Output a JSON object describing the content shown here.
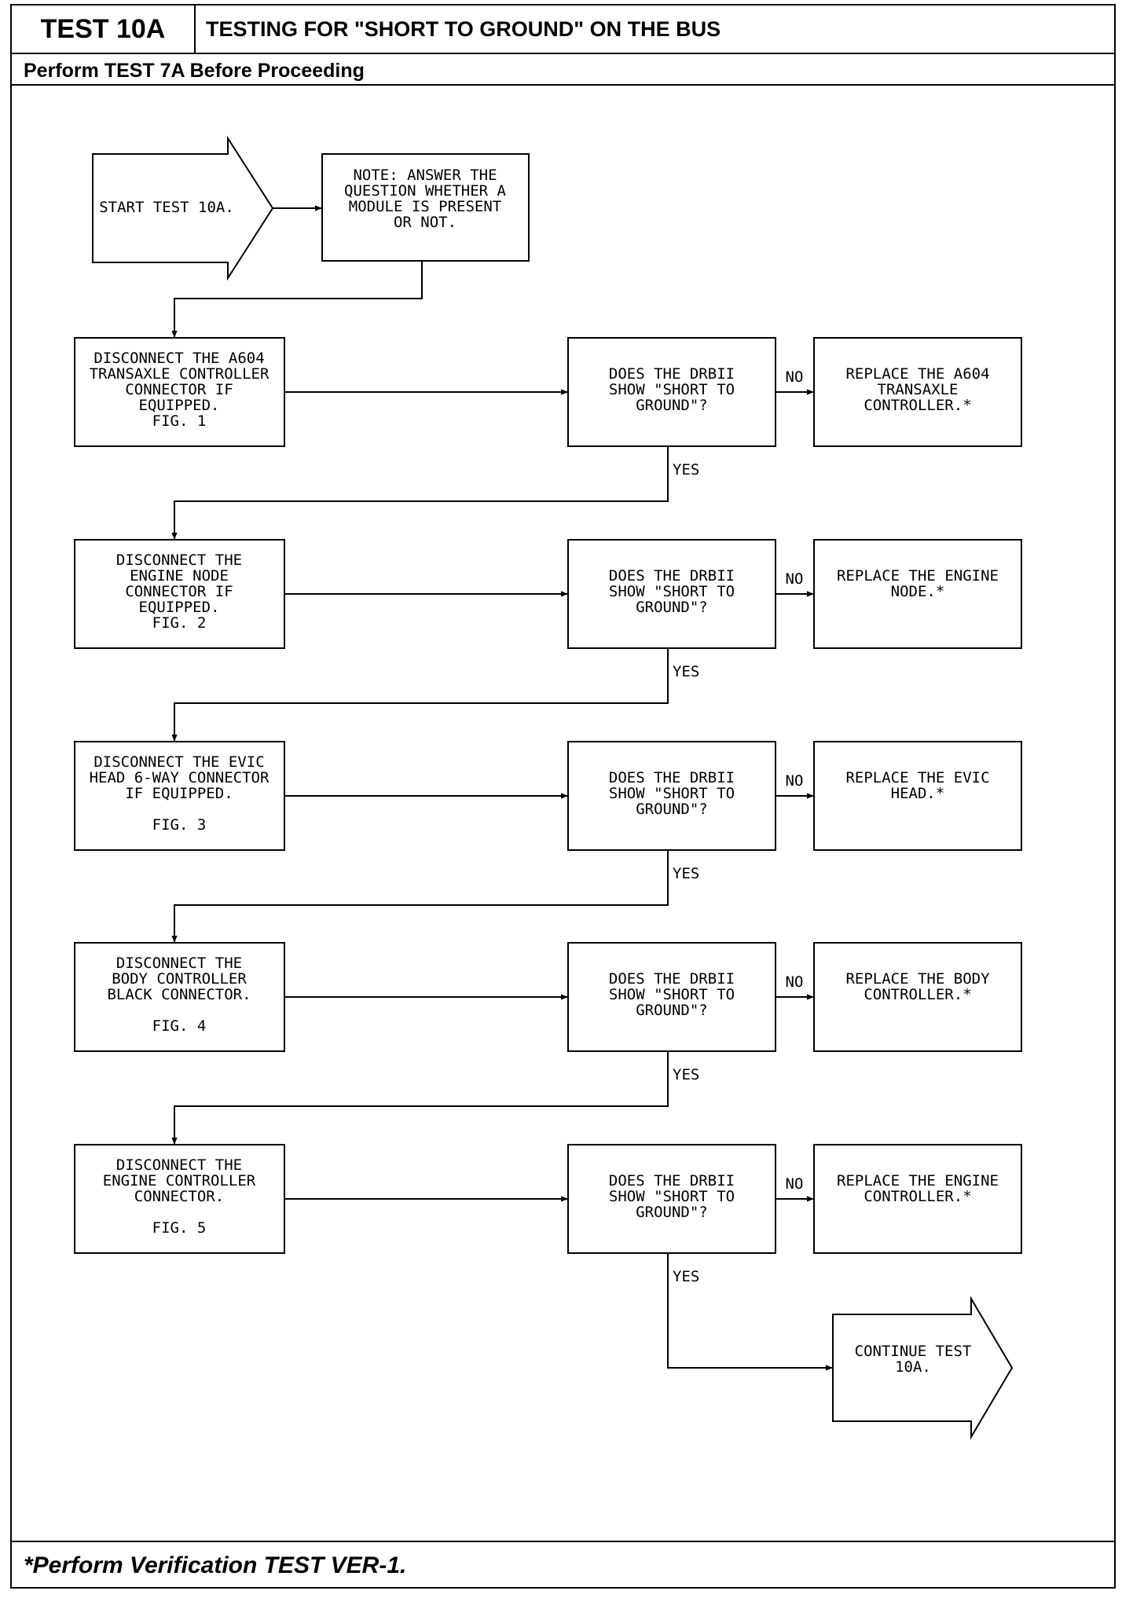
{
  "header": {
    "test_id": "TEST 10A",
    "title": "TESTING FOR \"SHORT TO GROUND\" ON THE BUS",
    "prerequisite": "Perform TEST 7A Before Proceeding"
  },
  "footer": {
    "note": "*Perform Verification TEST VER-1."
  },
  "flowchart": {
    "start": [
      "START TEST 10A."
    ],
    "note": [
      "NOTE: ANSWER THE",
      "QUESTION WHETHER A",
      "MODULE IS PRESENT",
      "OR NOT."
    ],
    "question": [
      "DOES THE DRBII",
      "SHOW \"SHORT TO",
      "GROUND\"?"
    ],
    "no_label": "NO",
    "yes_label": "YES",
    "steps": [
      {
        "action": [
          "DISCONNECT THE A604",
          "TRANSAXLE CONTROLLER",
          "CONNECTOR IF",
          "EQUIPPED.",
          "FIG. 1"
        ],
        "result": [
          "REPLACE THE A604",
          "TRANSAXLE",
          "CONTROLLER.*"
        ]
      },
      {
        "action": [
          "DISCONNECT THE",
          "ENGINE NODE",
          "CONNECTOR IF",
          "EQUIPPED.",
          "FIG. 2"
        ],
        "result": [
          "REPLACE THE ENGINE",
          "NODE.*"
        ]
      },
      {
        "action": [
          "DISCONNECT THE EVIC",
          "HEAD 6-WAY CONNECTOR",
          "IF EQUIPPED.",
          "",
          "FIG. 3"
        ],
        "result": [
          "REPLACE THE EVIC",
          "HEAD.*"
        ]
      },
      {
        "action": [
          "DISCONNECT THE",
          "BODY CONTROLLER",
          "BLACK CONNECTOR.",
          "",
          "FIG. 4"
        ],
        "result": [
          "REPLACE THE BODY",
          "CONTROLLER.*"
        ]
      },
      {
        "action": [
          "DISCONNECT THE",
          "ENGINE CONTROLLER",
          "CONNECTOR.",
          "",
          "FIG. 5"
        ],
        "result": [
          "REPLACE THE ENGINE",
          "CONTROLLER.*"
        ]
      }
    ],
    "end": [
      "CONTINUE TEST",
      "10A."
    ]
  }
}
